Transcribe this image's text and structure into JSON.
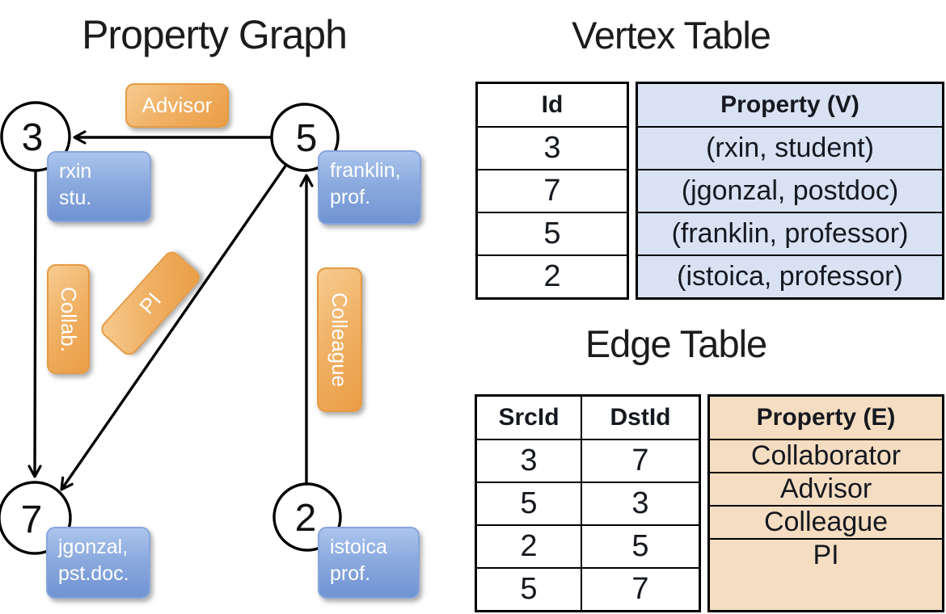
{
  "titles": {
    "graph": "Property Graph",
    "vertex_table": "Vertex Table",
    "edge_table": "Edge Table"
  },
  "graph": {
    "vertices": [
      {
        "id": "3",
        "prop": [
          "rxin",
          "stu."
        ]
      },
      {
        "id": "5",
        "prop": [
          "franklin,",
          "prof."
        ]
      },
      {
        "id": "7",
        "prop": [
          "jgonzal,",
          "pst.doc."
        ]
      },
      {
        "id": "2",
        "prop": [
          "istoica",
          "prof."
        ]
      }
    ],
    "edge_labels": [
      "Advisor",
      "Collab.",
      "PI",
      "Colleague"
    ]
  },
  "vertex_table": {
    "headers": {
      "id": "Id",
      "property": "Property (V)"
    },
    "rows": [
      {
        "id": "3",
        "property": "(rxin, student)"
      },
      {
        "id": "7",
        "property": "(jgonzal, postdoc)"
      },
      {
        "id": "5",
        "property": "(franklin, professor)"
      },
      {
        "id": "2",
        "property": "(istoica, professor)"
      }
    ]
  },
  "edge_table": {
    "headers": {
      "src": "SrcId",
      "dst": "DstId",
      "property": "Property (E)"
    },
    "rows": [
      {
        "src": "3",
        "dst": "7",
        "property": "Collaborator"
      },
      {
        "src": "5",
        "dst": "3",
        "property": "Advisor"
      },
      {
        "src": "2",
        "dst": "5",
        "property": "Colleague"
      },
      {
        "src": "5",
        "dst": "7",
        "property": "PI"
      }
    ]
  },
  "colors": {
    "vertex_box": "#7093d2",
    "edge_box": "#eda24e",
    "vertex_property_bg": "#d9e2f3",
    "edge_property_bg": "#f5ddc1"
  }
}
